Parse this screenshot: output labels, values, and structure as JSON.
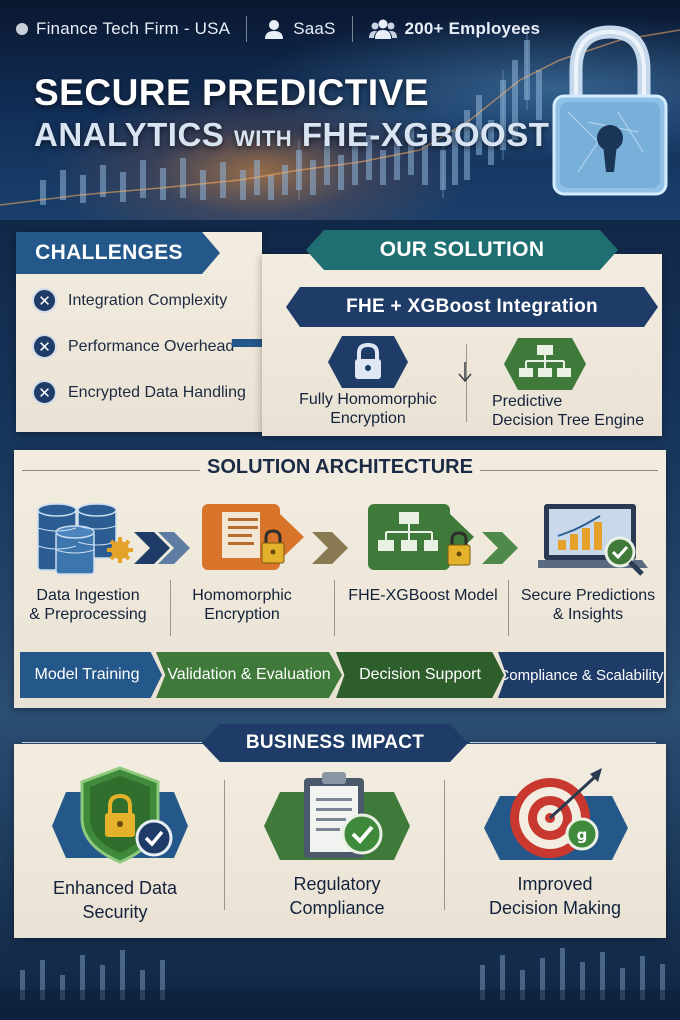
{
  "header": {
    "company": "Finance Tech Firm - USA",
    "model": "SaaS",
    "employees": "200+ Employees",
    "title_line1": "SECURE PREDICTIVE",
    "title_line2_a": "ANALYTICS",
    "title_line2_b": "WITH",
    "title_line2_c": "FHE-XGBOOST"
  },
  "challenges": {
    "heading": "CHALLENGES",
    "items": [
      "Integration Complexity",
      "Performance Overhead",
      "Encrypted Data Handling"
    ]
  },
  "solution": {
    "heading": "OUR SOLUTION",
    "banner": "FHE + XGBoost Integration",
    "left_line1": "Fully Homomorphic",
    "left_line2": "Encryption",
    "right_line1": "Predictive",
    "right_line2": "Decision Tree Engine"
  },
  "architecture": {
    "heading": "SOLUTION ARCHITECTURE",
    "steps": [
      {
        "line1": "Data Ingestion",
        "line2": "& Preprocessing"
      },
      {
        "line1": "Homomorphic",
        "line2": "Encryption"
      },
      {
        "line1": "FHE-XGBoost Model",
        "line2": ""
      },
      {
        "line1": "Secure Predictions",
        "line2": "& Insights"
      }
    ],
    "phases": [
      "Model Training",
      "Validation & Evaluation",
      "Decision Support",
      "Compliance & Scalability"
    ]
  },
  "impact": {
    "heading": "BUSINESS IMPACT",
    "items": [
      {
        "line1": "Enhanced Data",
        "line2": "Security"
      },
      {
        "line1": "Regulatory",
        "line2": "Compliance"
      },
      {
        "line1": "Improved",
        "line2": "Decision Making"
      }
    ]
  },
  "colors": {
    "navy": "#1f3c68",
    "teal": "#1f6f72",
    "green": "#3f7a3a",
    "orange": "#d9752a",
    "gold": "#e4b22a"
  }
}
